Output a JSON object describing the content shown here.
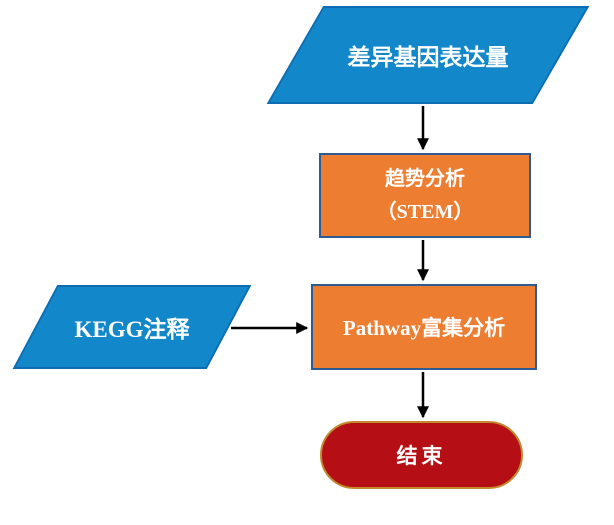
{
  "flowchart": {
    "background": "#FFFFFF",
    "arrow_color": "#000000",
    "nodes": [
      {
        "id": "dge",
        "shape": "parallelogram",
        "label": "差异基因表达量",
        "fill": "#1287C9",
        "border": "#0D6CB2",
        "text_color": "#FFFFFF"
      },
      {
        "id": "stem",
        "shape": "process",
        "label": "趋势分析（STEM）",
        "label_lines": [
          "趋势分析",
          "（STEM）"
        ],
        "fill": "#ED7D31",
        "border": "#2E5B94",
        "text_color": "#FFFFFF"
      },
      {
        "id": "kegg",
        "shape": "parallelogram",
        "label": "KEGG注释",
        "fill": "#1287C9",
        "border": "#0D6CB2",
        "text_color": "#FFFFFF"
      },
      {
        "id": "pathway",
        "shape": "process",
        "label": "Pathway富集分析",
        "fill": "#ED7D31",
        "border": "#2E5B94",
        "text_color": "#FFFFFF"
      },
      {
        "id": "end",
        "shape": "terminator",
        "label": "结束",
        "fill": "#B50E14",
        "border": "#C08A2D",
        "text_color": "#FFFFFF"
      }
    ],
    "edges": [
      {
        "from": "dge",
        "to": "stem",
        "direction": "down"
      },
      {
        "from": "stem",
        "to": "pathway",
        "direction": "down"
      },
      {
        "from": "kegg",
        "to": "pathway",
        "direction": "right"
      },
      {
        "from": "pathway",
        "to": "end",
        "direction": "down"
      }
    ]
  }
}
